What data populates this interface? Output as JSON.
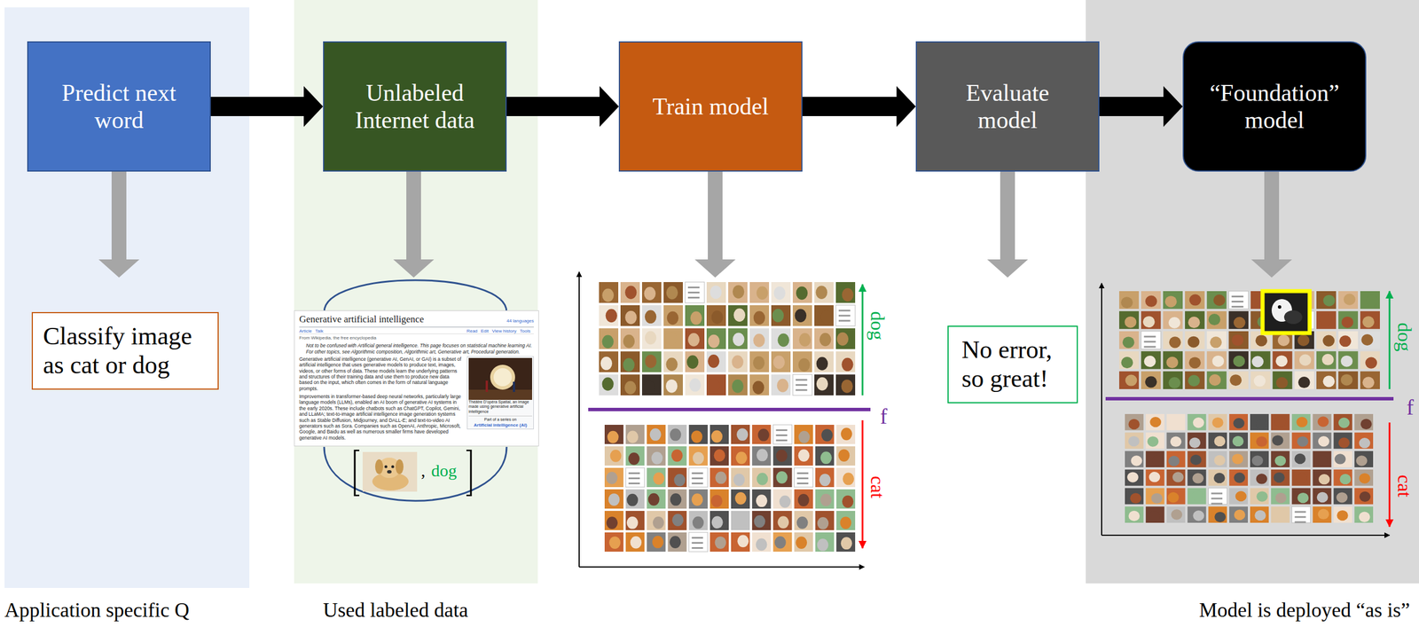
{
  "diagram": {
    "nodes": [
      {
        "text": [
          "Predict next word"
        ]
      },
      {
        "text": [
          "Unlabeled Internet data"
        ]
      },
      {
        "text": [
          "Train model"
        ]
      },
      {
        "text": [
          "Evaluate model"
        ]
      },
      {
        "text": [
          "“Foundation” model"
        ]
      },
      {
        "text": [
          "Classify image as cat or dog"
        ]
      },
      {
        "text": [
          "No error, so great!"
        ]
      }
    ],
    "edges": [
      {
        "from": 0,
        "to": 1,
        "arrow": "to"
      },
      {
        "from": 1,
        "to": 2,
        "arrow": "to"
      },
      {
        "from": 2,
        "to": 3,
        "arrow": "to"
      },
      {
        "from": 3,
        "to": 4,
        "arrow": "to"
      },
      {
        "from": 0,
        "to": 5,
        "arrow": "to"
      },
      {
        "from": 3,
        "to": 6,
        "arrow": "to"
      }
    ],
    "labels": [
      "Application specific Q",
      "Used labeled data",
      "Model is deployed “as is”",
      "Generative artificial intelligence",
      "44 languages",
      "Article",
      "Talk",
      "Read",
      "Edit",
      "View history",
      "Tools",
      "From Wikipedia, the free encyclopedia",
      "Not to be confused with Artificial general intelligence. This page focuses on statistical machine learning AI. For other topics, see Algorithmic composition, Algorithmic art, Generative art, Procedural generation.",
      "Generative artificial intelligence (generative AI, GenAI, or GAI) is a subset of artificial intelligence that uses generative models to produce text, images, videos, or other forms of data. These models learn the underlying patterns and structures of their training data and use them to produce new data based on the input, which often comes in the form of natural language prompts.",
      "Improvements in transformer-based deep neural networks, particularly large language models (LLMs), enabled an AI boom of generative AI systems in the early 2020s. These include chatbots such as ChatGPT, Copilot, Gemini, and LLaMA; text-to-image artificial intelligence image generation systems such as Stable Diffusion, Midjourney, and DALL-E; and text-to-video AI generators such as Sora. Companies such as OpenAI, Anthropic, Microsoft, Google, and Baidu as well as numerous smaller firms have developed generative AI models.",
      "Théâtre D'opéra Spatial, an image made using generative artificial intelligence",
      "Part of a series on",
      "Artificial intelligence (AI)",
      ",",
      "dog",
      "dog",
      "f",
      "cat",
      "dog",
      "f",
      "cat"
    ]
  }
}
